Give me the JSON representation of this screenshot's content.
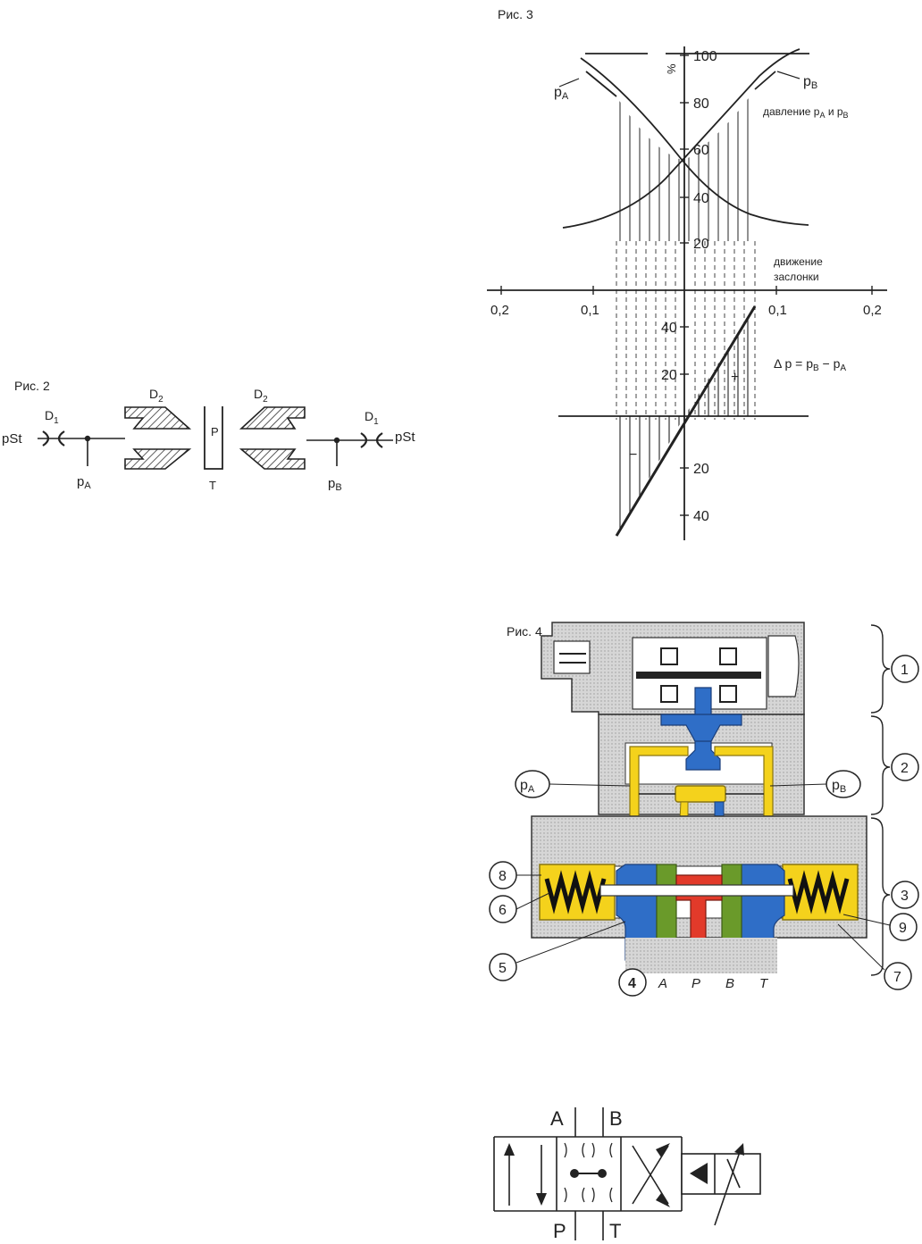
{
  "fig2": {
    "title": "Рис. 2",
    "pst_left": "pSt",
    "pst_right": "pSt",
    "d1_left": "D",
    "d1_left_sub": "1",
    "d1_right": "D",
    "d1_right_sub": "1",
    "d2_left": "D",
    "d2_left_sub": "2",
    "d2_right": "D",
    "d2_right_sub": "2",
    "pa": "p",
    "pa_sub": "A",
    "pb": "p",
    "pb_sub": "B",
    "p_label": "P",
    "t_label": "T"
  },
  "fig3": {
    "title": "Рис. 3",
    "percent": "%",
    "pa_label": "p",
    "pa_sub": "A",
    "pb_label": "p",
    "pb_sub": "B",
    "pressure_label": "давление p",
    "pressure_sub_a": "A",
    "pressure_and": " и p",
    "pressure_sub_b": "B",
    "motion_line1": "движение",
    "motion_line2": "заслонки",
    "delta_label": "Δ p = p",
    "delta_sub_b": "B",
    "delta_minus": " − p",
    "delta_sub_a": "A",
    "plus_sign": "+",
    "minus_sign": "−",
    "y_ticks_upper": [
      "100",
      "80",
      "60",
      "40",
      "20"
    ],
    "y_ticks_lower_pos": [
      "40",
      "20"
    ],
    "y_ticks_lower_neg": [
      "20",
      "40"
    ],
    "x_ticks": [
      "0,2",
      "0,1",
      "0,1",
      "0,2"
    ]
  },
  "fig4": {
    "title": "Рис. 4",
    "callouts": [
      "1",
      "2",
      "3",
      "4",
      "5",
      "6",
      "7",
      "8",
      "9"
    ],
    "pa": "p",
    "pa_sub": "A",
    "pb": "p",
    "pb_sub": "B",
    "ports": [
      "A",
      "P",
      "B",
      "T"
    ],
    "colors": {
      "yellow": "#f4d21c",
      "blue": "#2f6ec7",
      "red": "#e23a2a",
      "green": "#6a9a2a",
      "body": "#d9d9d9"
    }
  },
  "symbol": {
    "a": "A",
    "b": "B",
    "p": "P",
    "t": "T"
  }
}
